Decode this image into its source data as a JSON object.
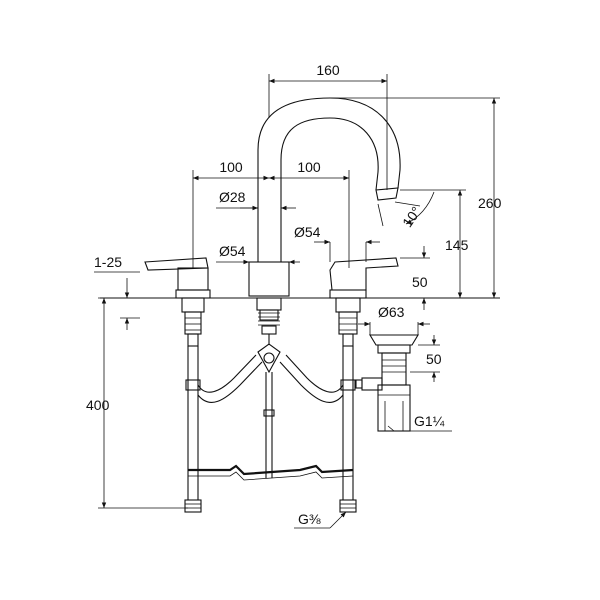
{
  "dimensions": {
    "spout_reach": "160",
    "left_spacing": "100",
    "right_spacing": "100",
    "spout_diameter": "Ø28",
    "body_diameter_left": "Ø54",
    "body_diameter_right": "Ø54",
    "deck_thickness": "1-25",
    "total_height": "260",
    "spout_outlet_height": "145",
    "handle_height": "50",
    "spout_angle": "10°",
    "waste_diameter": "Ø63",
    "waste_height": "50",
    "waste_thread": "G1¼",
    "hose_length": "400",
    "supply_thread": "G⅜"
  }
}
